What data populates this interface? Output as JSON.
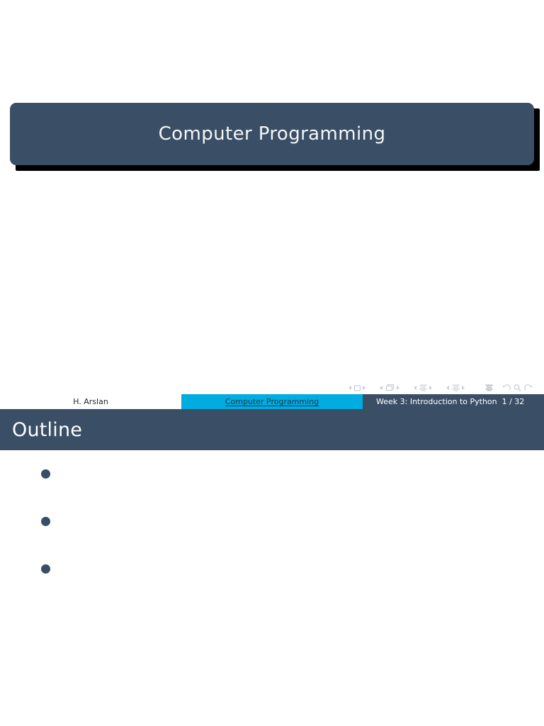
{
  "document": {
    "page_background": "#ffffff",
    "accent_dark": "#3a4f66",
    "accent_cyan": "#00ace0",
    "shadow_color": "#000000"
  },
  "slide_title": {
    "title_block": {
      "title": "Computer Programming"
    },
    "navigation_symbols": {
      "slide_prev_icon": "triangle-left-icon",
      "slide_icon": "slide-square-icon",
      "slide_next_icon": "triangle-right-icon",
      "frame_prev_icon": "triangle-left-icon",
      "frame_icon": "frame-stack-icon",
      "frame_next_icon": "triangle-right-icon",
      "subsection_prev_icon": "triangle-left-icon",
      "subsection_icon": "subsection-lines-icon",
      "subsection_next_icon": "triangle-right-icon",
      "section_prev_icon": "triangle-left-icon",
      "section_icon": "section-lines-icon",
      "section_next_icon": "triangle-right-icon",
      "presentation_icon": "presentation-lines-icon",
      "back_icon": "back-arrow-icon",
      "search_icon": "magnifier-icon",
      "forward_icon": "forward-arrow-icon"
    },
    "footer": {
      "author": "H. Arslan",
      "institute": "Computer Programming",
      "date_and_page": "Week 3: Introduction to Python  1 / 32"
    }
  },
  "slide_outline": {
    "frame_title": "Outline",
    "toc_items": [
      {
        "label": ""
      },
      {
        "label": ""
      },
      {
        "label": ""
      }
    ]
  }
}
